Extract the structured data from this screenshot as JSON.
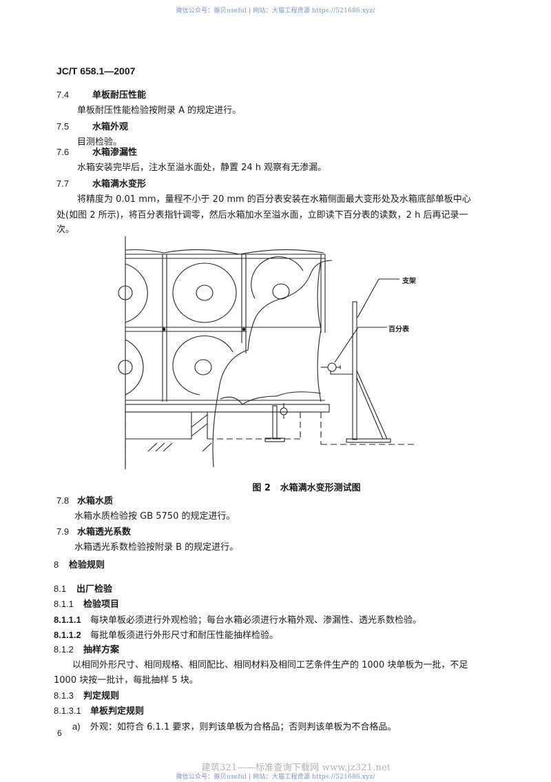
{
  "watermark": {
    "top": "微信公众号：豚贝useful  |  网站：大猫工程资源 https://521686.xyz/",
    "bottom_faint": "建筑321——标准查询下载网    www.jz321.net",
    "bottom": "微信公众号：豚贝useful  |  网站：大猫工程资源 https://521686.xyz/"
  },
  "header": {
    "standard_code": "JC/T 658.1—2007"
  },
  "sections": [
    {
      "num": "7.4",
      "title": "单板耐压性能",
      "body": [
        "单板耐压性能检验按附录 A 的规定进行。"
      ]
    },
    {
      "num": "7.5",
      "title": "水箱外观",
      "body": [
        "目测检验。"
      ]
    },
    {
      "num": "7.6",
      "title": "水箱渗漏性",
      "body": [
        "水箱安装完毕后，注水至溢水面处，静置 24 h 观察有无渗漏。"
      ]
    },
    {
      "num": "7.7",
      "title": "水箱满水变形",
      "body": [
        "将精度为 0.01 mm，量程不小于 20 mm 的百分表安装在水箱侧面最大变形处及水箱底部单板中心",
        "处(如图 2 所示)，将百分表指针调零，然后水箱加水至溢水面，立即读下百分表的读数，2 h 后再记录一",
        "次。"
      ]
    },
    {
      "num": "7.8",
      "title": "水箱水质",
      "body": [
        "水箱水质检验按 GB 5750 的规定进行。"
      ]
    },
    {
      "num": "7.9",
      "title": "水箱透光系数",
      "body": [
        "水箱透光系数检验按附录 B 的规定进行。"
      ]
    },
    {
      "num": "8",
      "title": "检验规则"
    },
    {
      "num": "8.1",
      "title": "出厂检验"
    },
    {
      "num": "8.1.1",
      "title": "检验项目"
    },
    {
      "num": "8.1.1.1",
      "text": "每块单板必须进行外观检验；每台水箱必须进行水箱外观、渗漏性、透光系数检验。"
    },
    {
      "num": "8.1.1.2",
      "text": "每批单板须进行外形尺寸和耐压性能抽样检验。"
    },
    {
      "num": "8.1.2",
      "title": "抽样方案",
      "body": [
        "以相同外形尺寸、相同规格、相同配比、相同材料及相同工艺条件生产的 1000 块单板为一批，不足",
        "1000 块按一批计，每批抽样 5 块。"
      ]
    },
    {
      "num": "8.1.3",
      "title": "判定规则"
    },
    {
      "num": "8.1.3.1",
      "title": "单板判定规则"
    },
    {
      "item": "a)",
      "text": "外观：如符合 6.1.1 要求，则判该单板为合格品；否则判该单板为不合格品。"
    }
  ],
  "figure": {
    "caption_num": "图 2",
    "caption_title": "水箱满水变形测试图",
    "labels": {
      "bracket": "支架",
      "dial_gauge": "百分表"
    }
  },
  "footer": {
    "page_number": "6"
  }
}
